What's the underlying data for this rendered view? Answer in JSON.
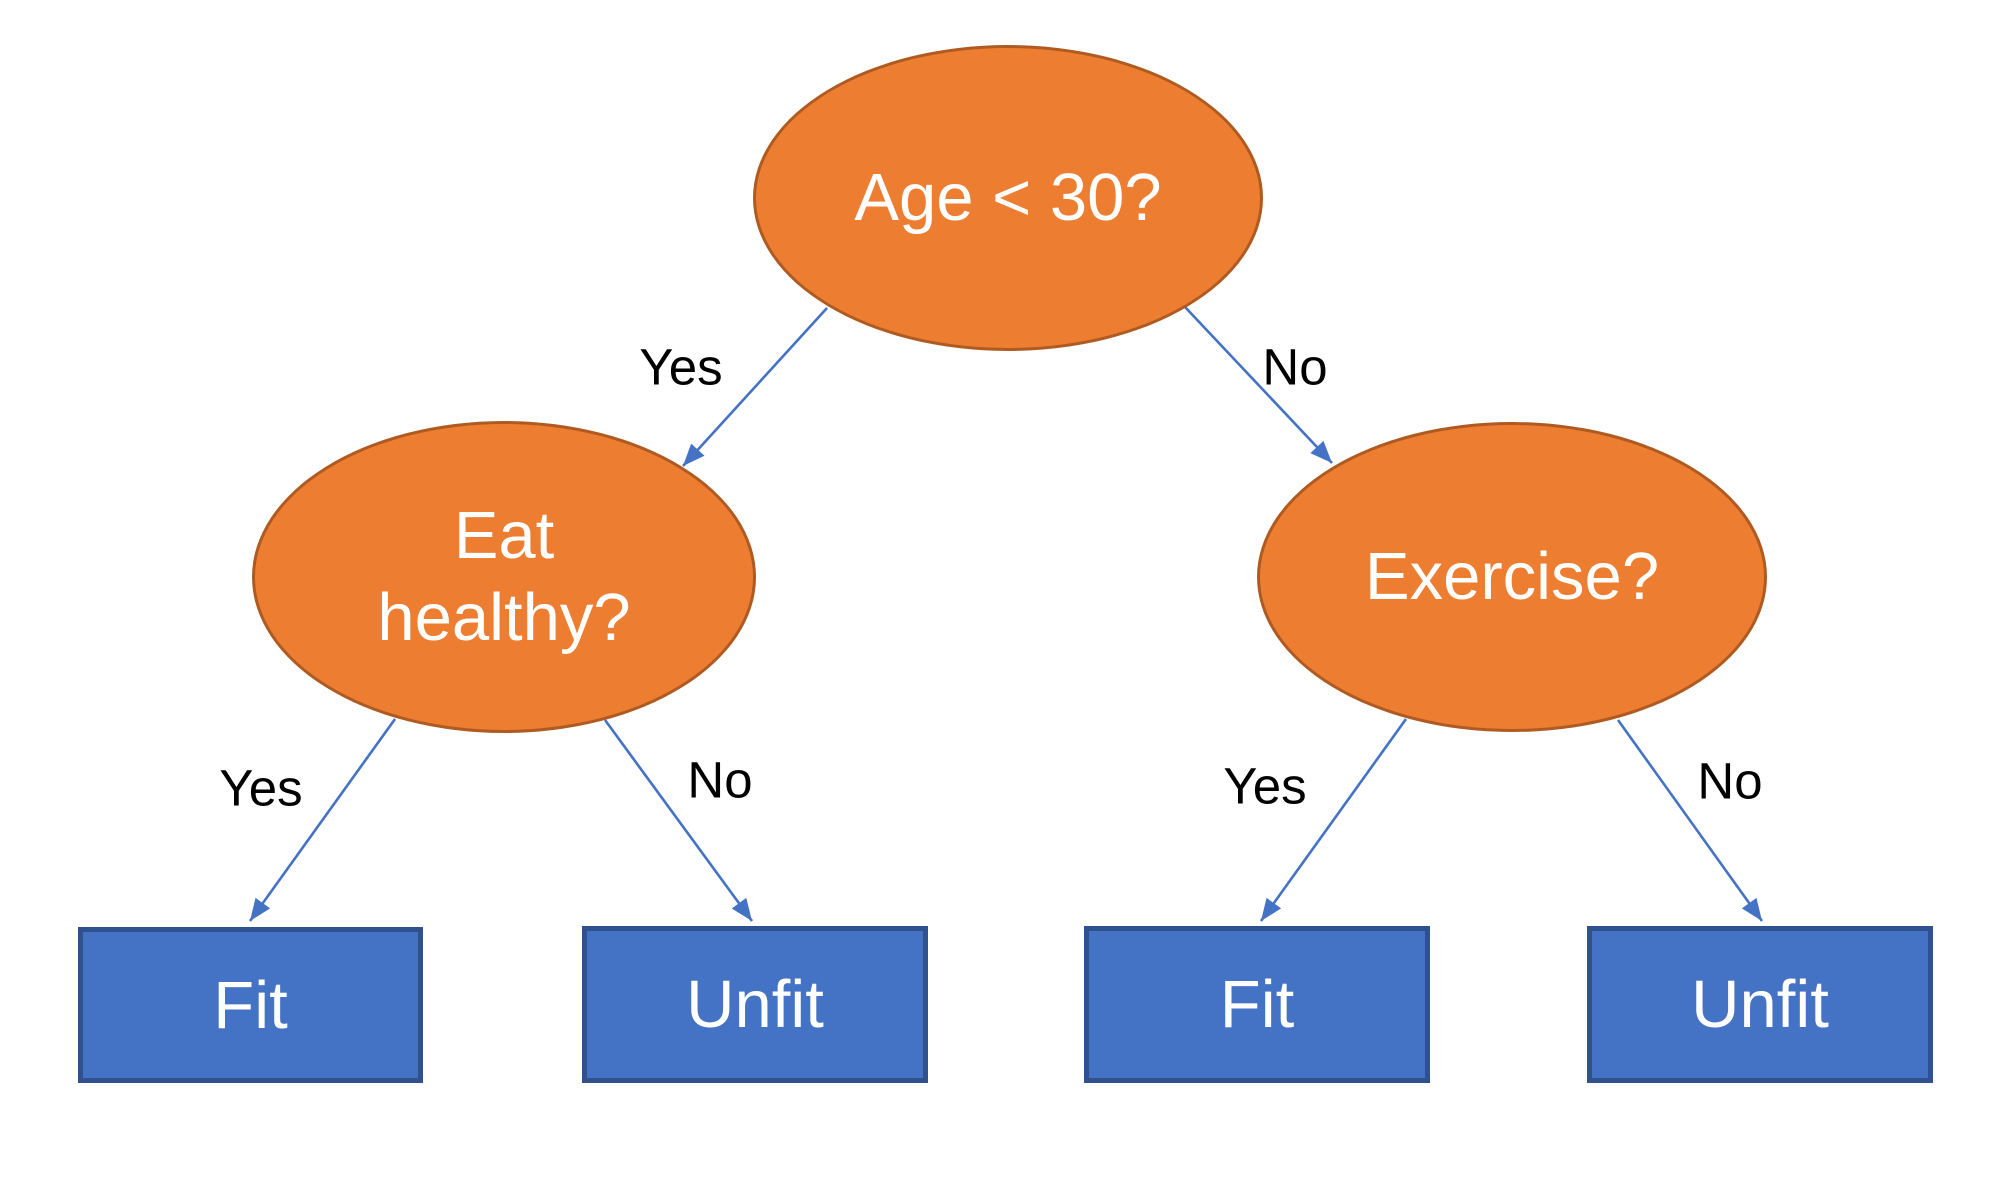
{
  "diagram": {
    "type": "decision-tree",
    "nodes": {
      "root": {
        "label": "Age < 30?",
        "shape": "ellipse"
      },
      "left": {
        "label": "Eat healthy?",
        "shape": "ellipse"
      },
      "right": {
        "label": "Exercise?",
        "shape": "ellipse"
      },
      "leaf1": {
        "label": "Fit",
        "shape": "rect"
      },
      "leaf2": {
        "label": "Unfit",
        "shape": "rect"
      },
      "leaf3": {
        "label": "Fit",
        "shape": "rect"
      },
      "leaf4": {
        "label": "Unfit",
        "shape": "rect"
      }
    },
    "edges": [
      {
        "from": "root",
        "to": "left",
        "label": "Yes"
      },
      {
        "from": "root",
        "to": "right",
        "label": "No"
      },
      {
        "from": "left",
        "to": "leaf1",
        "label": "Yes"
      },
      {
        "from": "left",
        "to": "leaf2",
        "label": "No"
      },
      {
        "from": "right",
        "to": "leaf3",
        "label": "Yes"
      },
      {
        "from": "right",
        "to": "leaf4",
        "label": "No"
      }
    ],
    "colors": {
      "decision_fill": "#ED7D31",
      "decision_border": "#AE5A21",
      "leaf_fill": "#4472C4",
      "leaf_border": "#2F528F",
      "arrow": "#4472C4",
      "edge_label": "#000000",
      "node_text": "#FFFFFF",
      "background": "#FFFFFF"
    }
  }
}
